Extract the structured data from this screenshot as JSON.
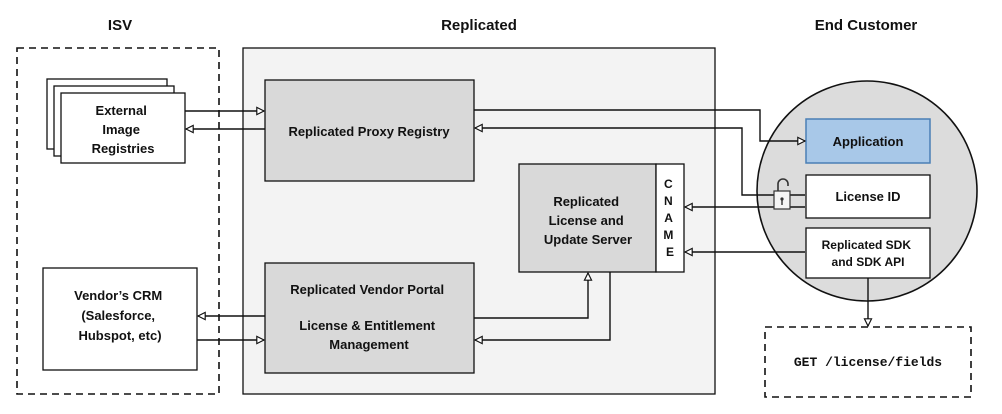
{
  "columns": {
    "isv": "ISV",
    "replicated": "Replicated",
    "end_customer": "End Customer"
  },
  "nodes": {
    "external_registries": [
      "External",
      "Image",
      "Registries"
    ],
    "proxy_registry": "Replicated Proxy Registry",
    "license_server": [
      "Replicated",
      "License and",
      "Update Server"
    ],
    "cname": [
      "C",
      "N",
      "A",
      "M",
      "E"
    ],
    "vendor_portal": [
      "Replicated Vendor Portal",
      "License & Entitlement",
      "Management"
    ],
    "vendor_crm": [
      "Vendor’s CRM",
      "(Salesforce,",
      "Hubspot, etc)"
    ],
    "application": "Application",
    "license_id": "License ID",
    "sdk": [
      "Replicated SDK",
      "and SDK API"
    ],
    "api_endpoint": "GET /license/fields"
  },
  "colors": {
    "panel_fill": "#f3f3f3",
    "box_fill": "#d9d9d9",
    "circle_fill": "#dcdcdc",
    "app_fill": "#a8c8e8",
    "app_border": "#4a7fb5",
    "stroke": "#111111"
  },
  "icons": {
    "lock": "unlocked-padlock-icon"
  }
}
